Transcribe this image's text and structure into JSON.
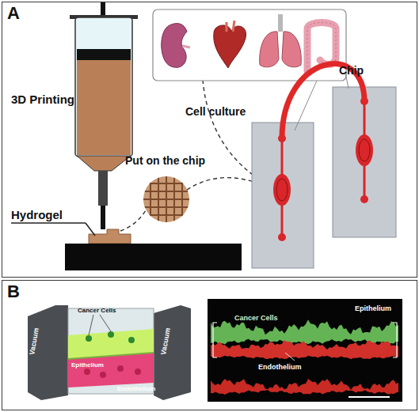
{
  "diagram": {
    "nodes": [
      {
        "text": [
          "A"
        ]
      },
      {
        "text": [
          "B"
        ]
      }
    ],
    "labels": [
      "3D Printing",
      "Hydrogel",
      "Put on the chip",
      "Cell culture",
      "Chip",
      "Cancer Cells",
      "Epithelium",
      "Endothelium",
      "Vacuum",
      "Vacuum",
      "Cancer Cells",
      "Epithelium",
      "Endothelium"
    ]
  }
}
